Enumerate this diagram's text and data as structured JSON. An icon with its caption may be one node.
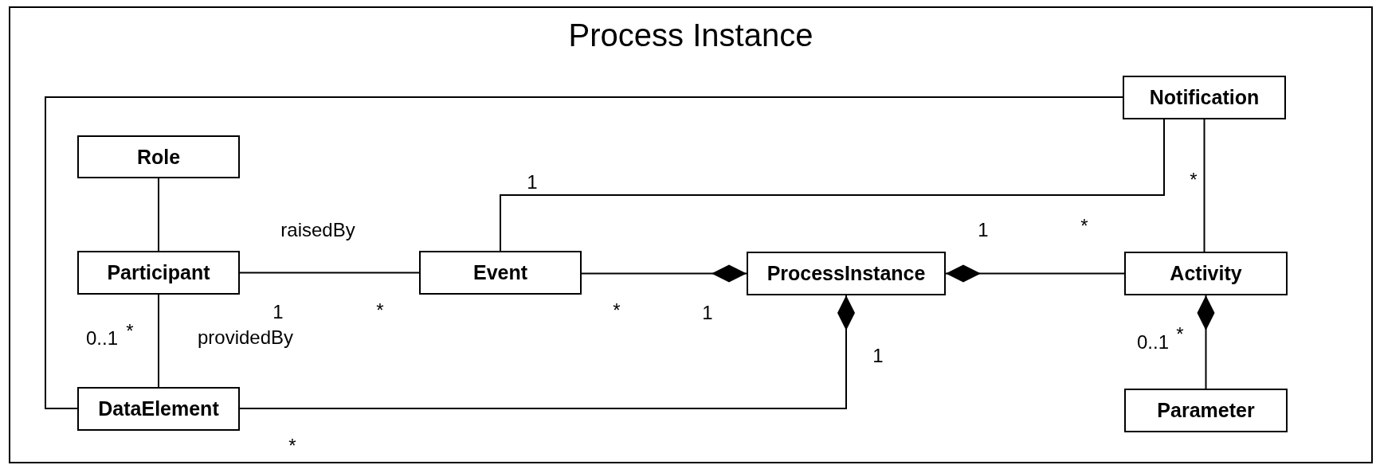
{
  "diagram": {
    "nodes": [
      {
        "text": [
          "Process Instance"
        ]
      },
      {
        "text": [
          "Notification"
        ],
        "in": 0
      },
      {
        "text": [
          "Role"
        ],
        "in": 0
      },
      {
        "text": [
          "Participant"
        ],
        "in": 0
      },
      {
        "text": [
          "Event"
        ],
        "in": 0
      },
      {
        "text": [
          "ProcessInstance"
        ],
        "in": 0
      },
      {
        "text": [
          "Activity"
        ],
        "in": 0
      },
      {
        "text": [
          "DataElement"
        ],
        "in": 0
      },
      {
        "text": [
          "Parameter"
        ],
        "in": 0
      }
    ],
    "edges": [
      {
        "from": 2,
        "to": 3,
        "arrow": "none"
      },
      {
        "from": 3,
        "to": 4,
        "arrow": "none",
        "label": "raisedBy"
      },
      {
        "from": 3,
        "to": 7,
        "arrow": "none",
        "label": "providedBy"
      },
      {
        "from": 4,
        "to": 5,
        "arrow": "other"
      },
      {
        "from": 6,
        "to": 5,
        "arrow": "other"
      },
      {
        "from": 7,
        "to": 5,
        "arrow": "other"
      },
      {
        "from": 8,
        "to": 6,
        "arrow": "other"
      },
      {
        "from": 4,
        "to": 1,
        "arrow": "none"
      },
      {
        "from": 6,
        "to": 1,
        "arrow": "none"
      },
      {
        "from": 7,
        "to": 1,
        "arrow": "none"
      }
    ],
    "labels": [
      "1",
      "*",
      "1",
      "*",
      "1",
      "*",
      "*",
      "1",
      "0..1",
      "*",
      "1",
      "0..1",
      "*",
      "*"
    ]
  }
}
